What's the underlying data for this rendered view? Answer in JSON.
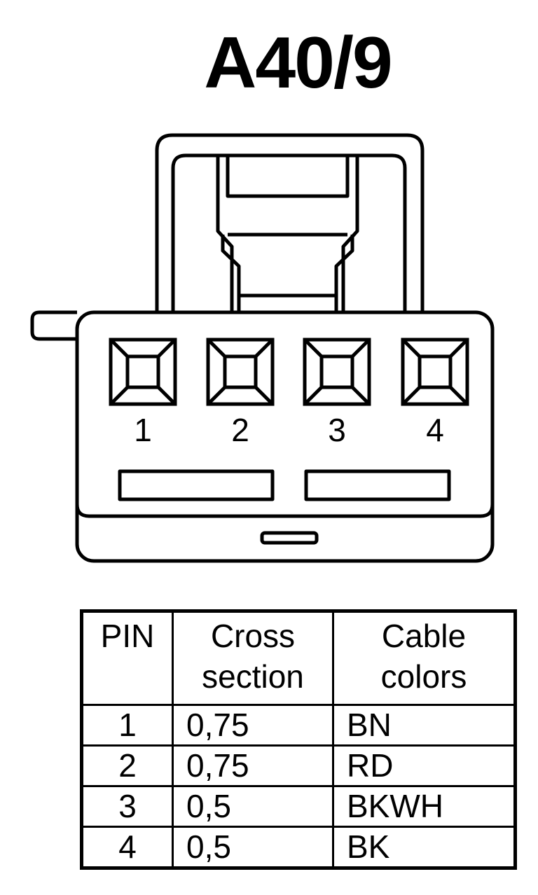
{
  "title": "A40/9",
  "connector": {
    "pin_labels": [
      "1",
      "2",
      "3",
      "4"
    ]
  },
  "table": {
    "headers": {
      "pin": "PIN",
      "cross_section": [
        "Cross",
        "section"
      ],
      "cable_colors": [
        "Cable",
        "colors"
      ]
    },
    "rows": [
      {
        "pin": "1",
        "cross_section": "0,75",
        "color": "BN"
      },
      {
        "pin": "2",
        "cross_section": "0,75",
        "color": "RD"
      },
      {
        "pin": "3",
        "cross_section": "0,5",
        "color": "BKWH"
      },
      {
        "pin": "4",
        "cross_section": "0,5",
        "color": "BK"
      }
    ]
  }
}
